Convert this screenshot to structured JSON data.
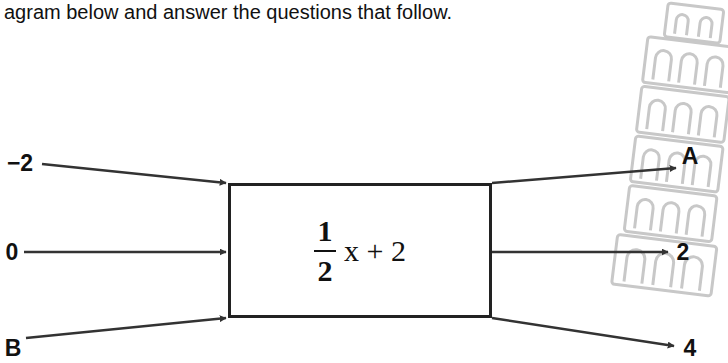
{
  "diagram": {
    "nodes": [
      {
        "text": [
          "1",
          "2",
          "x + 2"
        ]
      }
    ],
    "labels": [
      "agram below and answer the questions that follow.",
      "−2",
      "0",
      "B",
      "A",
      "2",
      "4"
    ]
  }
}
